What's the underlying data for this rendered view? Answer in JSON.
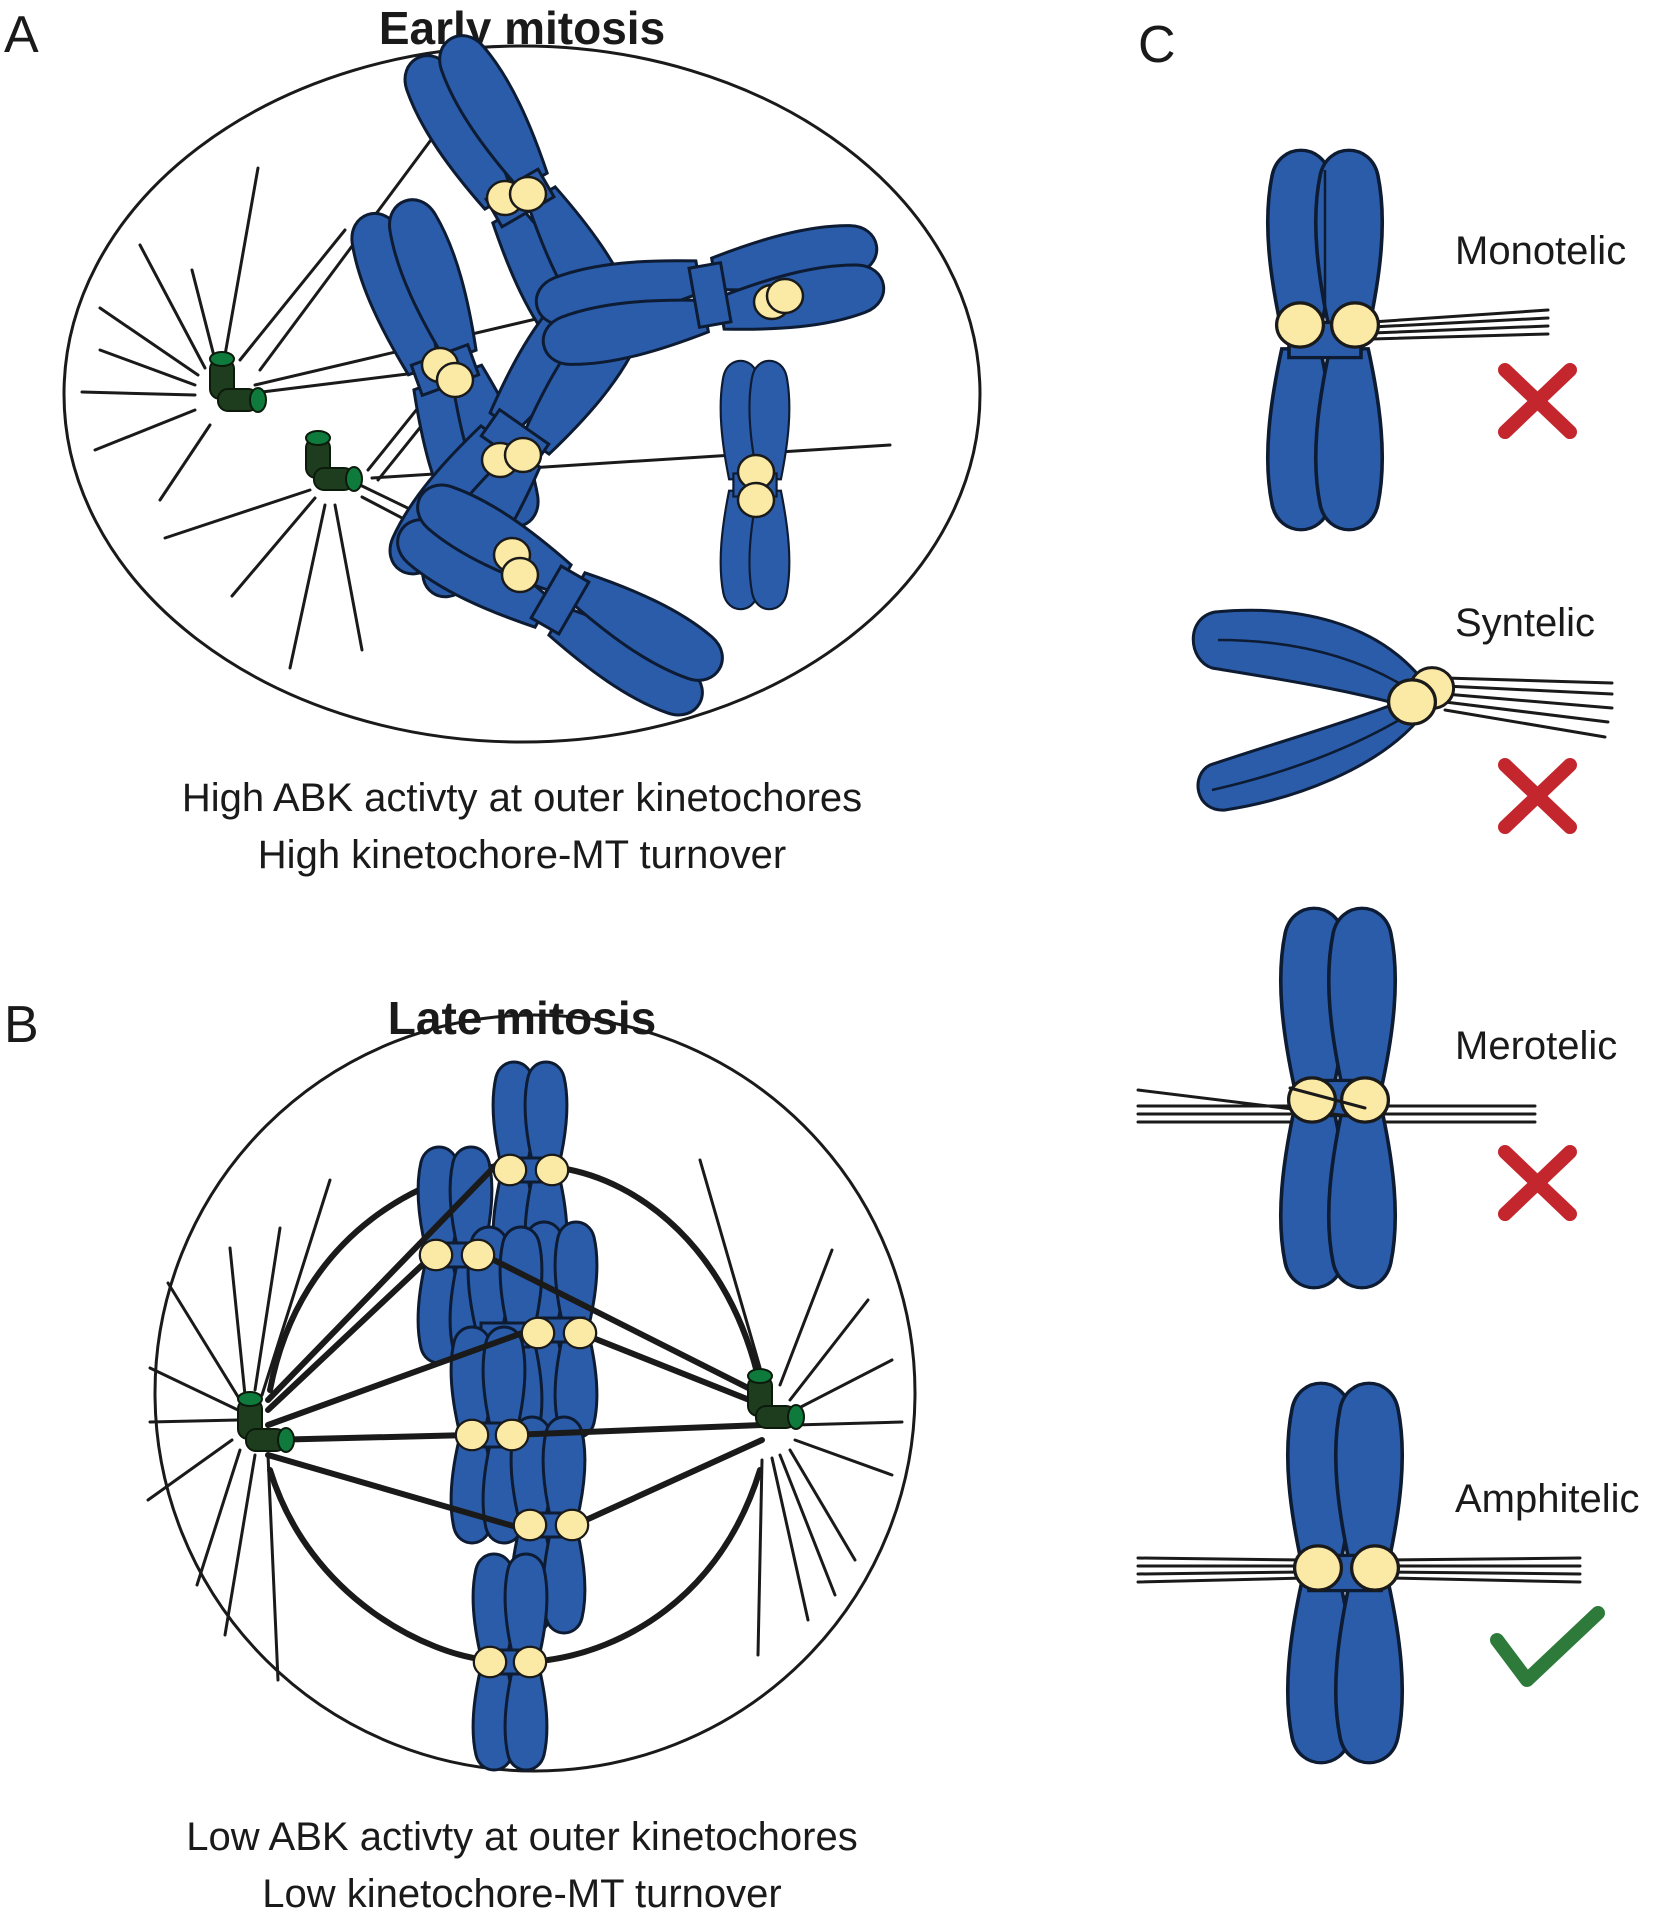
{
  "panels": {
    "a": {
      "letter": "A",
      "title": "Early mitosis",
      "caption_line1": "High ABK activty at outer kinetochores",
      "caption_line2": "High kinetochore-MT turnover"
    },
    "b": {
      "letter": "B",
      "title": "Late mitosis",
      "caption_line1": "Low ABK activty at outer kinetochores",
      "caption_line2": "Low kinetochore-MT turnover"
    },
    "c": {
      "letter": "C"
    }
  },
  "attachments": [
    {
      "label": "Monotelic",
      "status": "incorrect",
      "mark": "x-mark-icon"
    },
    {
      "label": "Syntelic",
      "status": "incorrect",
      "mark": "x-mark-icon"
    },
    {
      "label": "Merotelic",
      "status": "incorrect",
      "mark": "x-mark-icon"
    },
    {
      "label": "Amphitelic",
      "status": "correct",
      "mark": "checkmark-icon"
    }
  ],
  "colors": {
    "chromosome": "#2a5caa",
    "kinetochore": "#fbe9a6",
    "centrosome": "#0e7a3c",
    "incorrect_mark": "#c4262e",
    "correct_mark": "#2d7a3a"
  }
}
